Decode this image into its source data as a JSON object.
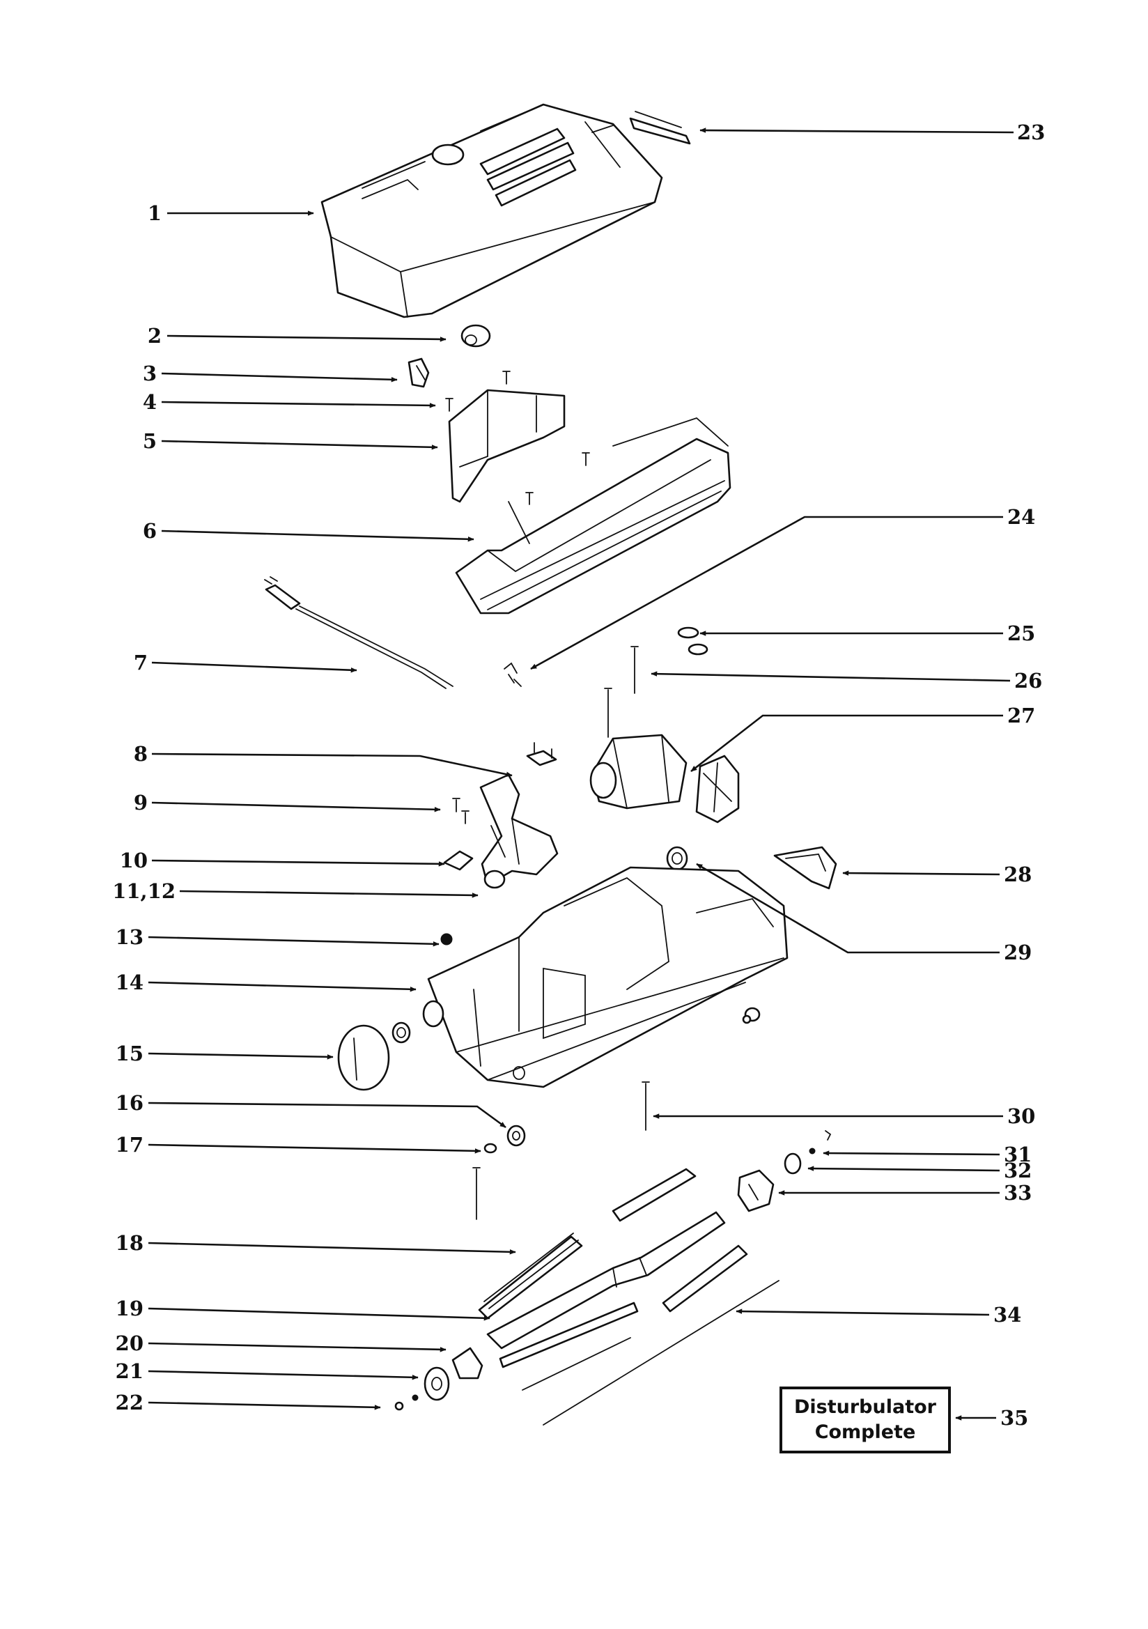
{
  "callouts": [
    {
      "id": "1",
      "label": "1"
    },
    {
      "id": "2",
      "label": "2"
    },
    {
      "id": "3",
      "label": "3"
    },
    {
      "id": "4",
      "label": "4"
    },
    {
      "id": "5",
      "label": "5"
    },
    {
      "id": "6",
      "label": "6"
    },
    {
      "id": "7",
      "label": "7"
    },
    {
      "id": "8",
      "label": "8"
    },
    {
      "id": "9",
      "label": "9"
    },
    {
      "id": "10",
      "label": "10"
    },
    {
      "id": "11_12",
      "label": "11,12"
    },
    {
      "id": "13",
      "label": "13"
    },
    {
      "id": "14",
      "label": "14"
    },
    {
      "id": "15",
      "label": "15"
    },
    {
      "id": "16",
      "label": "16"
    },
    {
      "id": "17",
      "label": "17"
    },
    {
      "id": "18",
      "label": "18"
    },
    {
      "id": "19",
      "label": "19"
    },
    {
      "id": "20",
      "label": "20"
    },
    {
      "id": "21",
      "label": "21"
    },
    {
      "id": "22",
      "label": "22"
    },
    {
      "id": "23",
      "label": "23"
    },
    {
      "id": "24",
      "label": "24"
    },
    {
      "id": "25",
      "label": "25"
    },
    {
      "id": "26",
      "label": "26"
    },
    {
      "id": "27",
      "label": "27"
    },
    {
      "id": "28",
      "label": "28"
    },
    {
      "id": "29",
      "label": "29"
    },
    {
      "id": "30",
      "label": "30"
    },
    {
      "id": "31",
      "label": "31"
    },
    {
      "id": "32",
      "label": "32"
    },
    {
      "id": "33",
      "label": "33"
    },
    {
      "id": "34",
      "label": "34"
    },
    {
      "id": "35",
      "label": "35"
    }
  ],
  "note_box": {
    "line1": "Disturbulator",
    "line2": "Complete"
  }
}
